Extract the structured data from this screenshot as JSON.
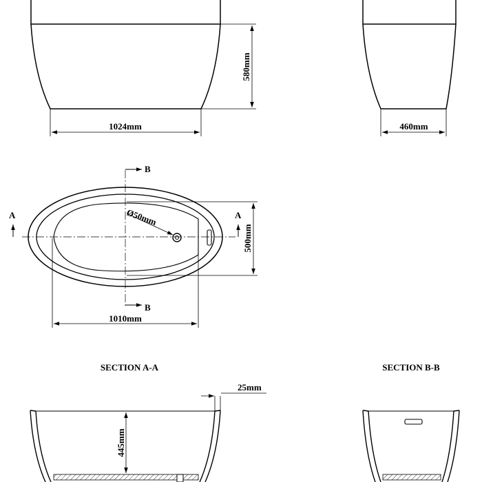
{
  "front_view": {
    "length_label": "1024mm",
    "height_label": "580mm"
  },
  "side_view": {
    "width_label": "460mm"
  },
  "plan_view": {
    "section_a_left": "A",
    "section_a_right": "A",
    "section_b_top": "B",
    "section_b_bottom": "B",
    "drain_label": "Ø50mm",
    "inner_length_label": "1010mm",
    "inner_width_label": "500mm"
  },
  "section_a": {
    "title": "SECTION A-A",
    "depth_label": "445mm",
    "wall_label": "25mm"
  },
  "section_b": {
    "title": "SECTION B-B"
  }
}
